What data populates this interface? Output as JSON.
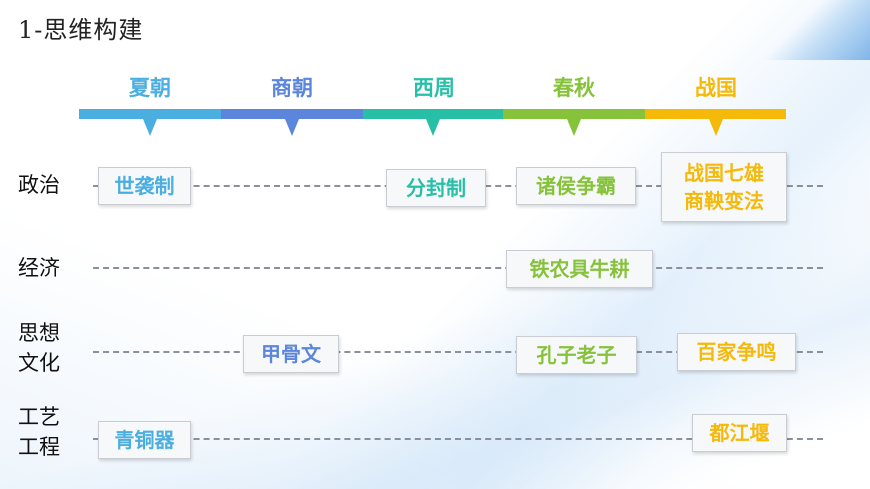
{
  "title": "1-思维构建",
  "colors": {
    "xia": "#4aaee0",
    "shang": "#5b86dc",
    "zhou": "#28bfa7",
    "chunqiu": "#86c23a",
    "zhanguo": "#f5b90a"
  },
  "eras": [
    {
      "label": "夏朝"
    },
    {
      "label": "商朝"
    },
    {
      "label": "西周"
    },
    {
      "label": "春秋"
    },
    {
      "label": "战国"
    }
  ],
  "rows": [
    {
      "label": "政治"
    },
    {
      "label": "经济"
    },
    {
      "label_line1": "思想",
      "label_line2": "文化"
    },
    {
      "label_line1": "工艺",
      "label_line2": "工程"
    }
  ],
  "items": {
    "shixizhi": "世袭制",
    "fenfengzhi": "分封制",
    "zhuhouzhengba": "诸侯争霸",
    "zhanguoqixiong": "战国七雄",
    "shangyangbianfa": "商鞅变法",
    "tienongjuniugeng": "铁农具牛耕",
    "jiaguwen": "甲骨文",
    "kongzilaozi": "孔子老子",
    "baijiazhengming": "百家争鸣",
    "qingtongqi": "青铜器",
    "dujiangyan": "都江堰"
  }
}
